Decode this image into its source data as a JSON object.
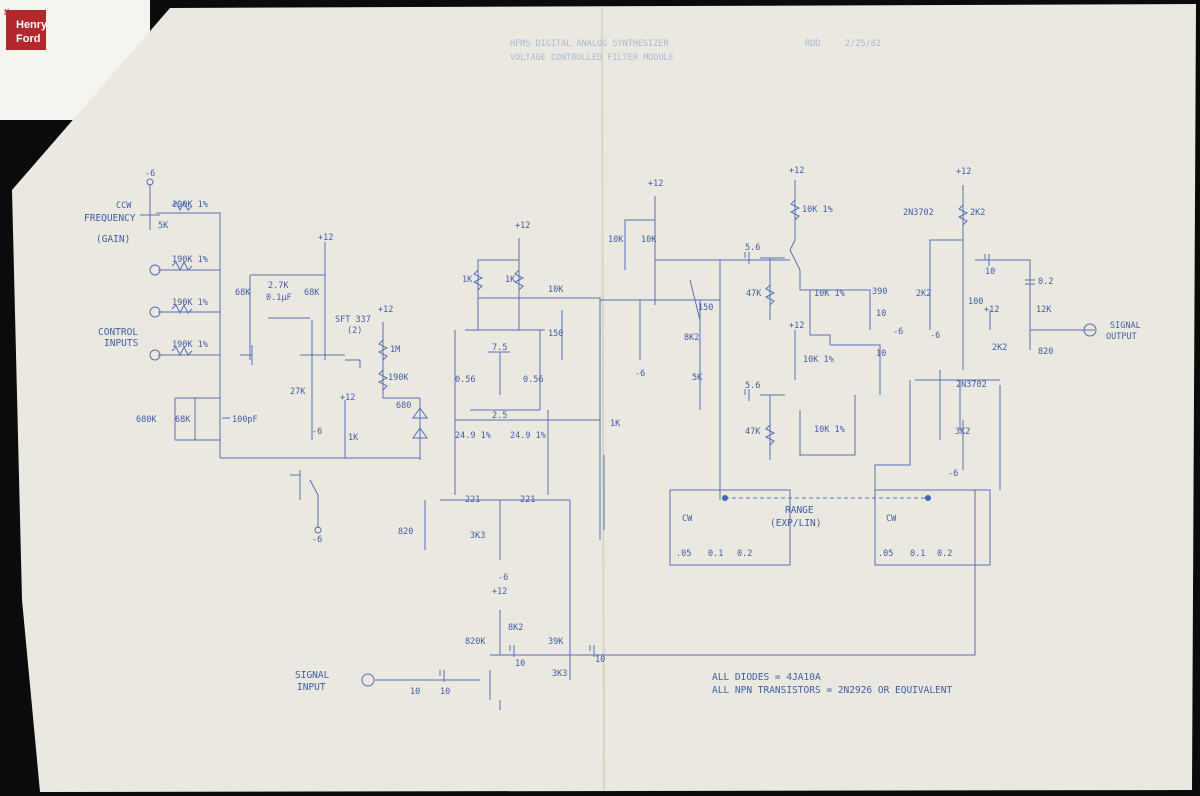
{
  "logo": {
    "the": "the",
    "line1": "Henry",
    "line2": "Ford"
  },
  "header": {
    "line1": "HFMS DIGITAL ANALOG SYNTHESIZER",
    "line2": "VOLTAGE CONTROLLED FILTER MODULE",
    "initials": "RDD",
    "date": "2/25/82"
  },
  "labels": {
    "ccw": "CCW",
    "frequency": "FREQUENCY",
    "gain": "(GAIN)",
    "control_inputs_1": "CONTROL",
    "control_inputs_2": "INPUTS",
    "signal_input_1": "SIGNAL",
    "signal_input_2": "INPUT",
    "signal_output_1": "SIGNAL",
    "signal_output_2": "OUTPUT",
    "range_1": "RANGE",
    "range_2": "(EXP/LIN)",
    "note_1": "ALL DIODES = 4JA10A",
    "note_2": "ALL NPN TRANSISTORS = 2N2926 OR EQUIVALENT",
    "sft": "SFT 337",
    "sft2": "(2)",
    "q_2n3702_a": "2N3702",
    "q_2n3702_b": "2N3702"
  },
  "components": [
    "-6",
    "190K 1%",
    "5K",
    "190K 1%",
    "190K 1%",
    "190K 1%",
    "+12",
    "68K",
    "2.7K",
    "0.1µF",
    "68K",
    "27K",
    "-6",
    "+12",
    "1M",
    "190K",
    "680",
    "+12",
    "1K",
    "680K",
    "68K",
    "100pF",
    "-6",
    "+12",
    "1K",
    "1K",
    "10K",
    "150",
    "7.5",
    "0.56",
    "0.56",
    "2.5",
    "24.9 1%",
    "24.9 1%",
    "221",
    "221",
    "3K3",
    "820",
    "-6",
    "+12",
    "8K2",
    "820K",
    "39K",
    "10",
    "10",
    "3K3",
    "10",
    "10",
    "+12",
    "10K",
    "10K",
    "150",
    "8K2",
    "5K",
    "1K",
    "-6",
    "+12",
    "10K 1%",
    "5.6",
    "47K",
    "10K 1%",
    "390",
    "10",
    "+12",
    "10K 1%",
    "5.6",
    "47K",
    "10K 1%",
    "10",
    "-6",
    "+12",
    "2K2",
    "2K2",
    "100",
    "-6",
    "10",
    "0.2",
    "12K",
    "+12",
    "2K2",
    "820",
    "-6",
    "3K2",
    "CW",
    ".05",
    "0.1",
    "0.2",
    "CW",
    ".05",
    "0.1",
    "0.2"
  ]
}
